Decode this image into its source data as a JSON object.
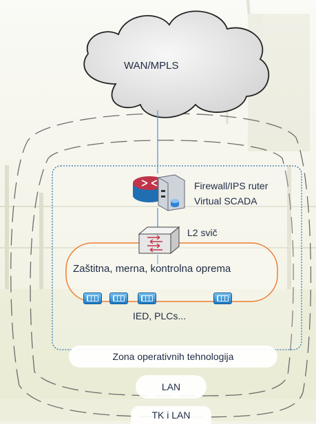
{
  "cloud": {
    "label": "WAN/MPLS"
  },
  "router": {
    "line1": "Firewall/IPS ruter",
    "line2": "Virtual SCADA"
  },
  "switch": {
    "label": "L2 svič"
  },
  "equipment": {
    "label": "Zaštitna, merna, kontrolna oprema"
  },
  "ied": {
    "label": "IED, PLCs..."
  },
  "zones": {
    "ot": "Zona operativnih tehnologija",
    "lan": "LAN",
    "tk": "TK i LAN"
  },
  "colors": {
    "cloud_fill": "#e6e6e6",
    "link": "#5b9bd5",
    "zone_dotted": "#2f75b5",
    "equipment_border": "#ed7d31",
    "dashed": "#6b6b6b",
    "router_red": "#c0344a",
    "router_blue": "#1f6fb2",
    "ied_blue": "#1e7ac4"
  },
  "icons": [
    "cloud-icon",
    "router-icon",
    "server-icon",
    "switch-icon",
    "ied-icon"
  ]
}
